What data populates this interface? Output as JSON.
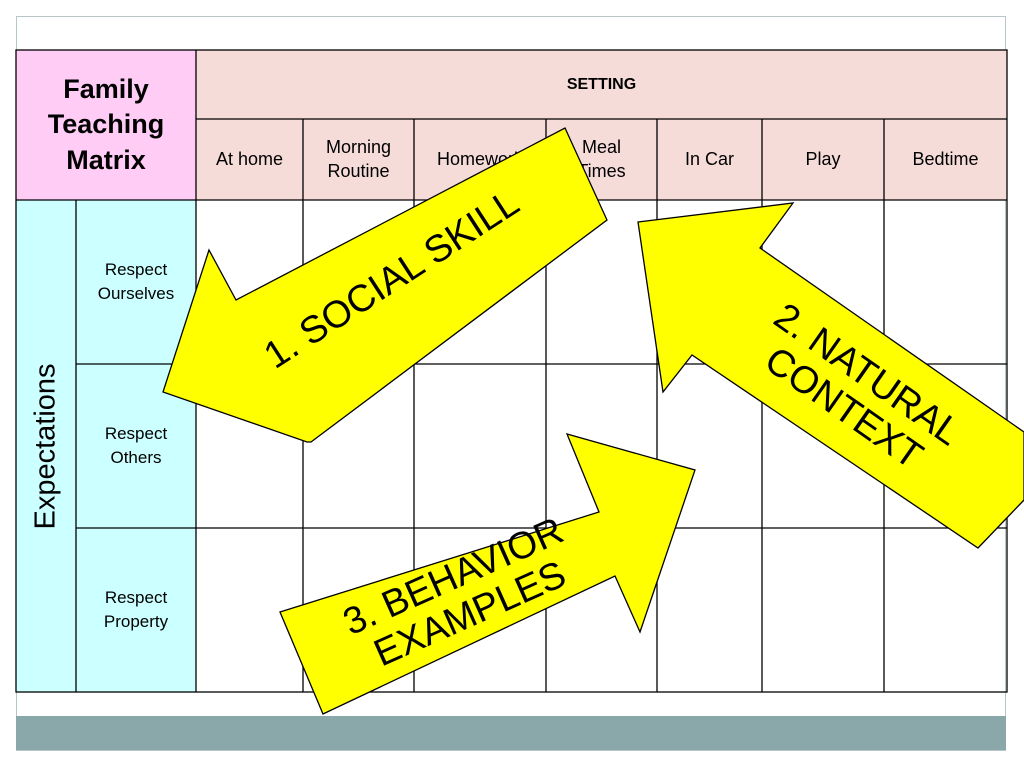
{
  "matrix": {
    "title": "Family Teaching Matrix",
    "setting_header": "SETTING",
    "settings": [
      "At home",
      "Morning Routine",
      "Homework",
      "Meal Times",
      "In Car",
      "Play",
      "Bedtime"
    ],
    "expectations_label": "Expectations",
    "rows": [
      "Respect Ourselves",
      "Respect Others",
      "Respect Property"
    ]
  },
  "arrows": {
    "a1": "1.  SOCIAL SKILL",
    "a2_line1": "2.  NATURAL",
    "a2_line2": "CONTEXT",
    "a3_line1": "3.  BEHAVIOR",
    "a3_line2": "EXAMPLES"
  },
  "colors": {
    "title_bg": "#ffccf5",
    "setting_bg": "#f5dcd8",
    "expectation_bg": "#ccffff",
    "arrow_fill": "#ffff00",
    "footer_band": "#8aa8aa"
  }
}
